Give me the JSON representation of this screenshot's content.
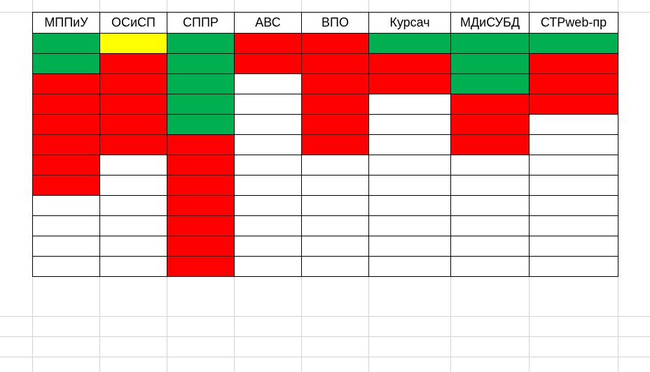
{
  "colors": {
    "g": "#00b050",
    "r": "#ff0000",
    "y": "#ffff00",
    "w": "#ffffff"
  },
  "table": {
    "headers": [
      "МППиУ",
      "ОСиСП",
      "СППР",
      "АВС",
      "ВПО",
      "Курсач",
      "МДиСУБД",
      "СТРweb-пр"
    ],
    "rows": [
      [
        "g",
        "y",
        "g",
        "r",
        "r",
        "g",
        "g",
        "g"
      ],
      [
        "g",
        "r",
        "g",
        "r",
        "r",
        "r",
        "g",
        "r"
      ],
      [
        "r",
        "r",
        "g",
        "w",
        "r",
        "r",
        "g",
        "r"
      ],
      [
        "r",
        "r",
        "g",
        "w",
        "r",
        "w",
        "r",
        "r"
      ],
      [
        "r",
        "r",
        "g",
        "w",
        "r",
        "w",
        "r",
        "w"
      ],
      [
        "r",
        "r",
        "r",
        "w",
        "r",
        "w",
        "r",
        "w"
      ],
      [
        "r",
        "w",
        "r",
        "w",
        "w",
        "w",
        "w",
        "w"
      ],
      [
        "r",
        "w",
        "r",
        "w",
        "w",
        "w",
        "w",
        "w"
      ],
      [
        "w",
        "w",
        "r",
        "w",
        "w",
        "w",
        "w",
        "w"
      ],
      [
        "w",
        "w",
        "r",
        "w",
        "w",
        "w",
        "w",
        "w"
      ],
      [
        "w",
        "w",
        "r",
        "w",
        "w",
        "w",
        "w",
        "w"
      ],
      [
        "w",
        "w",
        "r",
        "w",
        "w",
        "w",
        "w",
        "w"
      ]
    ]
  }
}
